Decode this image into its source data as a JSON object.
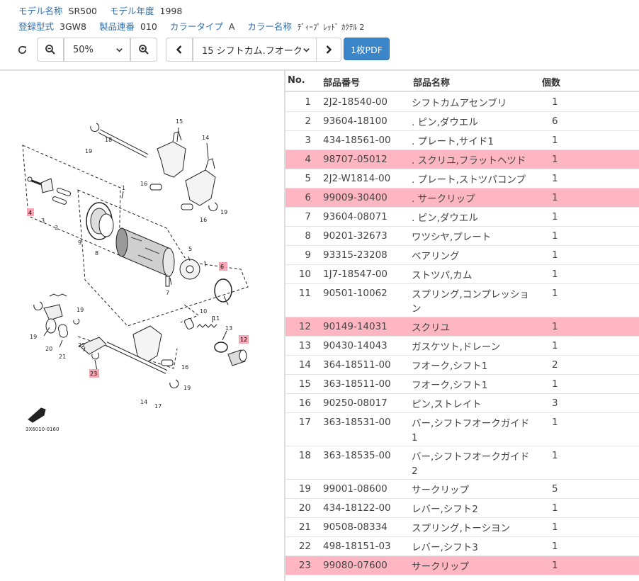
{
  "info": {
    "model_name_label": "モデル名称",
    "model_name": "SR500",
    "model_year_label": "モデル年度",
    "model_year": "1998",
    "reg_type_label": "登録型式",
    "reg_type": "3GW8",
    "serial_label": "製品連番",
    "serial": "010",
    "color_type_label": "カラータイプ",
    "color_type": "A",
    "color_name_label": "カラー名称",
    "color_name": "ﾃﾞｨｰﾌﾟ ﾚｯﾄﾞ ｶｸﾃﾙ 2"
  },
  "toolbar": {
    "zoom_value": "50%",
    "page_select": "15 シフトカム.フオーク",
    "pdf_label": "1枚PDF"
  },
  "table": {
    "headers": {
      "no": "No.",
      "code": "部品番号",
      "name": "部品名称",
      "qty": "個数"
    },
    "rows": [
      {
        "no": "1",
        "code": "2J2-18540-00",
        "name": "シフトカムアセンブリ",
        "qty": "1",
        "hl": false
      },
      {
        "no": "2",
        "code": "93604-18100",
        "name": ". ピン,ダウエル",
        "qty": "6",
        "hl": false
      },
      {
        "no": "3",
        "code": "434-18561-00",
        "name": ". プレート,サイド1",
        "qty": "1",
        "hl": false
      },
      {
        "no": "4",
        "code": "98707-05012",
        "name": ". スクリユ,フラットヘツド",
        "qty": "1",
        "hl": true
      },
      {
        "no": "5",
        "code": "2J2-W1814-00",
        "name": ". プレート,ストツパコンプ",
        "qty": "1",
        "hl": false
      },
      {
        "no": "6",
        "code": "99009-30400",
        "name": ". サークリップ",
        "qty": "1",
        "hl": true
      },
      {
        "no": "7",
        "code": "93604-08071",
        "name": ". ピン,ダウエル",
        "qty": "1",
        "hl": false
      },
      {
        "no": "8",
        "code": "90201-32673",
        "name": "ワツシヤ,プレート",
        "qty": "1",
        "hl": false
      },
      {
        "no": "9",
        "code": "93315-23208",
        "name": "ベアリング",
        "qty": "1",
        "hl": false
      },
      {
        "no": "10",
        "code": "1J7-18547-00",
        "name": "ストツパ,カム",
        "qty": "1",
        "hl": false
      },
      {
        "no": "11",
        "code": "90501-10062",
        "name": "スプリング,コンプレッション",
        "qty": "1",
        "hl": false
      },
      {
        "no": "12",
        "code": "90149-14031",
        "name": "スクリユ",
        "qty": "1",
        "hl": true
      },
      {
        "no": "13",
        "code": "90430-14043",
        "name": "ガスケツト,ドレーン",
        "qty": "1",
        "hl": false
      },
      {
        "no": "14",
        "code": "364-18511-00",
        "name": "フオーク,シフト1",
        "qty": "2",
        "hl": false
      },
      {
        "no": "15",
        "code": "363-18511-00",
        "name": "フオーク,シフト1",
        "qty": "1",
        "hl": false
      },
      {
        "no": "16",
        "code": "90250-08017",
        "name": "ピン,ストレイト",
        "qty": "3",
        "hl": false
      },
      {
        "no": "17",
        "code": "363-18531-00",
        "name": "バー,シフトフオークガイド1",
        "qty": "1",
        "hl": false
      },
      {
        "no": "18",
        "code": "363-18535-00",
        "name": "バー,シフトフオークガイド2",
        "qty": "1",
        "hl": false
      },
      {
        "no": "19",
        "code": "99001-08600",
        "name": "サークリップ",
        "qty": "5",
        "hl": false
      },
      {
        "no": "20",
        "code": "434-18122-00",
        "name": "レバー,シフト2",
        "qty": "1",
        "hl": false
      },
      {
        "no": "21",
        "code": "90508-08334",
        "name": "スプリング,トーシヨン",
        "qty": "1",
        "hl": false
      },
      {
        "no": "22",
        "code": "498-18151-03",
        "name": "レバー,シフト3",
        "qty": "1",
        "hl": false
      },
      {
        "no": "23",
        "code": "99080-07600",
        "name": "サークリップ",
        "qty": "1",
        "hl": true
      }
    ]
  },
  "diagram": {
    "caption": "3X6010-0160",
    "callouts": [
      "1",
      "2",
      "3",
      "4",
      "5",
      "6",
      "7",
      "8",
      "9",
      "10",
      "11",
      "12",
      "13",
      "14",
      "15",
      "16",
      "17",
      "18",
      "19",
      "20",
      "21",
      "22",
      "23"
    ],
    "highlighted": [
      "4",
      "6",
      "12",
      "23"
    ]
  }
}
